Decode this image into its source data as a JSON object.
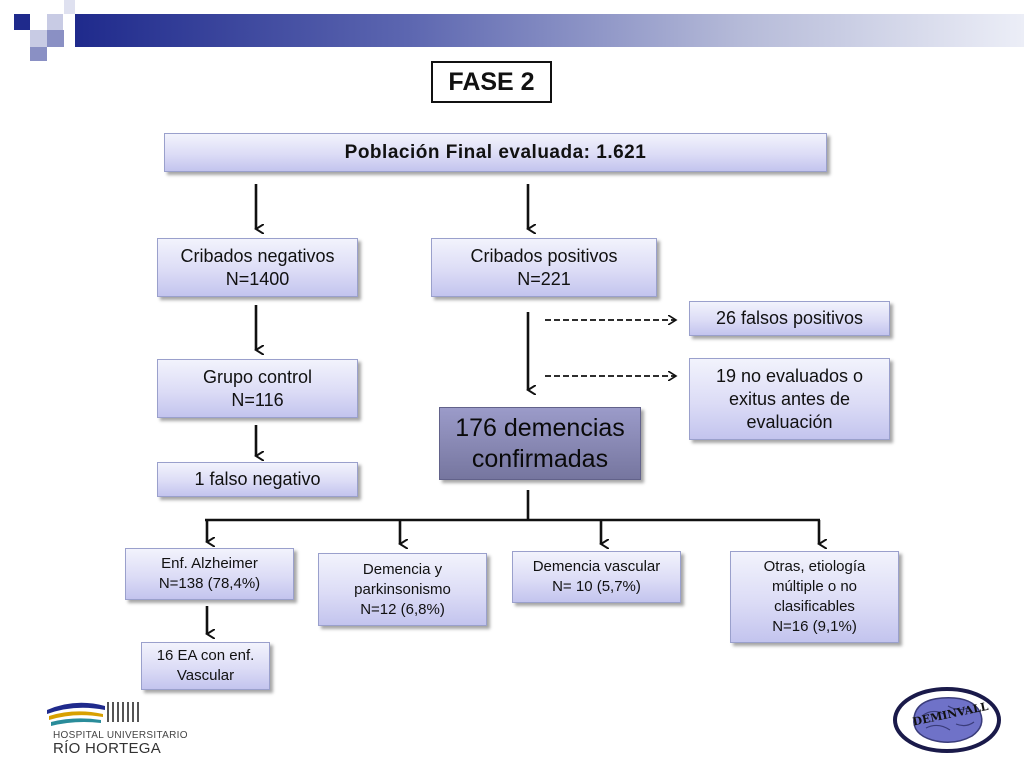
{
  "phase_label": "FASE 2",
  "final_population": "Población Final evaluada: 1.621",
  "screened_negative": {
    "title": "Cribados negativos",
    "n": "N=1400"
  },
  "screened_positive": {
    "title": "Cribados positivos",
    "n": "N=221"
  },
  "false_positives": "26 falsos positivos",
  "not_evaluated": [
    "19 no evaluados o",
    "exitus antes de",
    "evaluación"
  ],
  "control_group": {
    "title": "Grupo control",
    "n": "N=116"
  },
  "false_negative": "1 falso negativo",
  "confirmed": [
    "176 demencias",
    "confirmadas"
  ],
  "subtypes": {
    "alzheimer": [
      "Enf. Alzheimer",
      "N=138 (78,4%)"
    ],
    "parkinsonism": [
      "Demencia y",
      "parkinsonismo",
      "N=12 (6,8%)"
    ],
    "vascular": [
      "Demencia vascular",
      "N= 10 (5,7%)"
    ],
    "other": [
      "Otras, etiología",
      "múltiple o no",
      "clasificables",
      "N=16 (9,1%)"
    ]
  },
  "alzheimer_vascular": [
    "16 EA con enf.",
    "Vascular"
  ],
  "logos": {
    "hospital_line1": "HOSPITAL UNIVERSITARIO",
    "hospital_line2": "RÍO HORTEGA",
    "study": "DEMINVALL"
  },
  "colors": {
    "header_dark": "#1f2a8c",
    "box_light": "#dcdcf6",
    "box_dark": "#76769f"
  }
}
